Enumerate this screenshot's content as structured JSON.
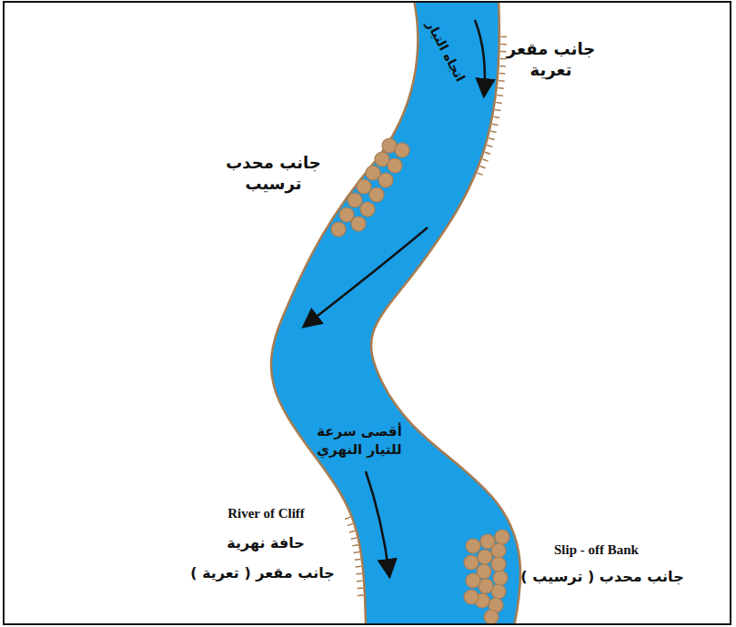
{
  "diagram": {
    "labels": [
      "اتجاه التيار",
      "جانب مقعر تعرية",
      "جانب محدب ترسيب",
      "أقصى سرعة للتيار النهري",
      "River of Cliff",
      "حافة نهرية",
      "جانب مقعر ( تعرية )",
      "Slip - off Bank",
      "جانب محدب ( ترسيب )"
    ]
  }
}
